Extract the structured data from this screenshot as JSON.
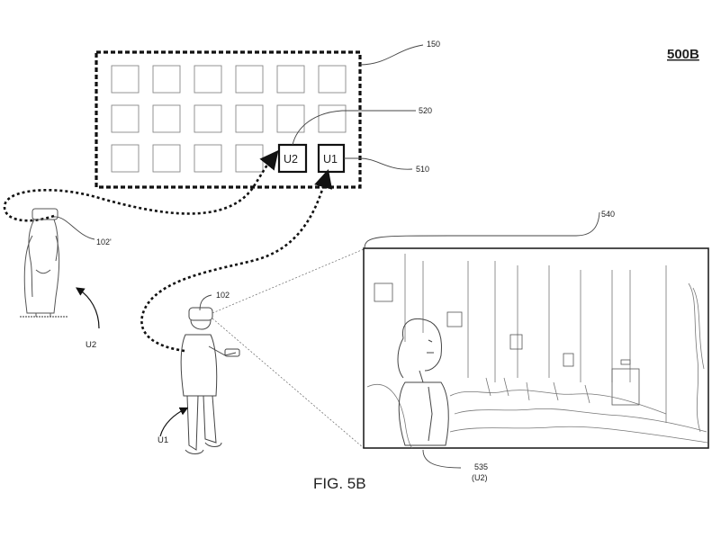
{
  "sheet_label": "500B",
  "figure_caption": "FIG. 5B",
  "references": {
    "grid": "150",
    "cell_u2": "520",
    "cell_u1": "510",
    "view": "540",
    "person_remote": "102'",
    "person_local": "102",
    "spectator_line1": "535",
    "spectator_line2": "(U2)"
  },
  "grid": {
    "rows": 3,
    "cols": 6,
    "highlighted_cells": [
      {
        "label": "U2",
        "row": 3,
        "col": 5
      },
      {
        "label": "U1",
        "row": 3,
        "col": 6
      }
    ]
  },
  "user_labels": {
    "remote": "U2",
    "local": "U1"
  }
}
